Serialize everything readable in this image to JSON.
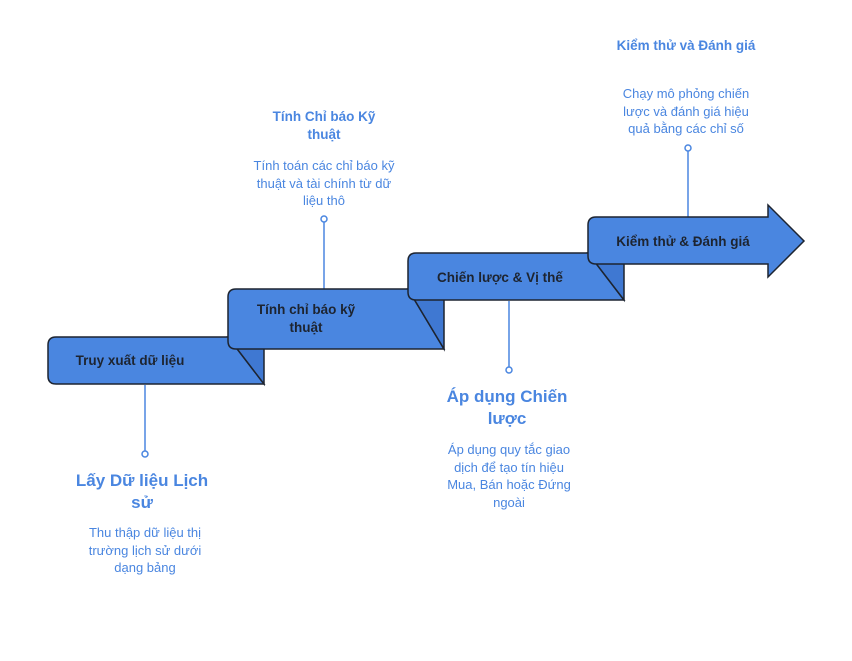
{
  "steps": [
    {
      "label": "Truy xuất dữ liệu",
      "title": "Lấy Dữ liệu Lịch sử",
      "description": "Thu thập dữ liệu thị trường lịch sử dưới dạng bảng"
    },
    {
      "label": "Tính chỉ báo kỹ thuật",
      "title": "Tính Chỉ báo Kỹ thuật",
      "description": "Tính toán các chỉ báo kỹ thuật và tài chính từ dữ liệu thô"
    },
    {
      "label": "Chiến lược & Vị thế",
      "title": "Áp dụng Chiến lược",
      "description": "Áp dụng quy tắc giao dịch để tạo tín hiệu Mua, Bán hoặc Đứng ngoài"
    },
    {
      "label": "Kiểm thử & Đánh giá",
      "title": "Kiểm thử và Đánh giá",
      "description": "Chạy mô phỏng chiến lược và đánh giá hiệu quả bằng các chỉ số"
    }
  ],
  "colors": {
    "step_fill": "#4a86e0",
    "step_fold": "#3f78d2",
    "outline": "#1d2430",
    "connector": "#4a86e0",
    "text_accent": "#4a86e0"
  }
}
